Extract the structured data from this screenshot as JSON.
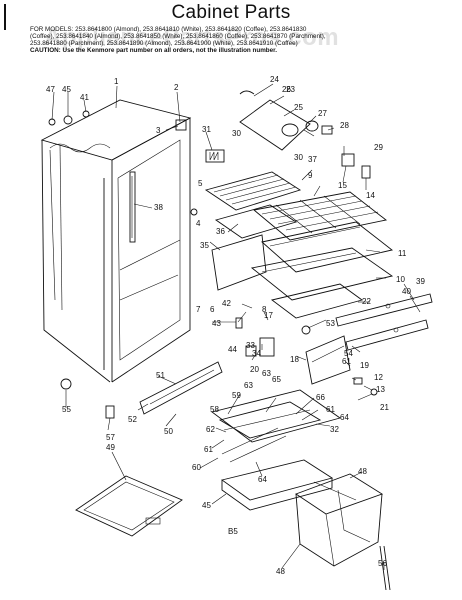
{
  "page": {
    "title": "Cabinet Parts",
    "header_line1": "FOR MODELS: 253.8641800 (Almond), 253.8641810 (White), 253.8641820 (Coffee), 253.8641830",
    "header_line2": "(Coffee), 253.8641840 (Almond), 253.8641850 (White), 253.8641860 (Coffee), 253.8641870 (Parchment),",
    "header_line3": "253.8641880 (Parchment), 253.8641890 (Almond), 253.8641900 (White), 253.8641910 (Coffee)",
    "caution": "CAUTION: Use the Kenmore part number on all orders, not the illustration number.",
    "watermark": "AppliancePartsPros.com",
    "footer_code": "B5"
  },
  "callouts": {
    "c1": "1",
    "c2": "2",
    "c3": "3",
    "c4": "4",
    "c5": "5",
    "c6": "6",
    "c7": "7",
    "c9": "9",
    "c10": "10",
    "c11": "11",
    "c12": "12",
    "c13": "13",
    "c14": "14",
    "c15": "15",
    "c17": "17",
    "c18": "18",
    "c19": "19",
    "c20": "20",
    "c21": "21",
    "c22": "22",
    "c23": "23",
    "c24": "24",
    "c25": "25",
    "c26": "26",
    "c27": "27",
    "c28": "28",
    "c29": "29",
    "c30a": "30",
    "c30b": "30",
    "c31": "31",
    "c32": "32",
    "c33": "33",
    "c34": "34",
    "c35": "35",
    "c36": "36",
    "c37": "37",
    "c38": "38",
    "c39": "39",
    "c40": "40",
    "c41": "41",
    "c42": "42",
    "c43": "43",
    "c44": "44",
    "c45a": "45",
    "c45b": "45",
    "c47": "47",
    "c48a": "48",
    "c48b": "48",
    "c49": "49",
    "c50": "50",
    "c51": "51",
    "c52": "52",
    "c53": "53",
    "c54": "54",
    "c55": "55",
    "c56": "56",
    "c57": "57",
    "c58": "58",
    "c59": "59",
    "c60": "60",
    "c61a": "61",
    "c61b": "61",
    "c61c": "61",
    "c62": "62",
    "c63a": "63",
    "c63b": "63",
    "c64a": "64",
    "c64b": "64",
    "c65": "65",
    "c66": "66",
    "c8": "8"
  }
}
